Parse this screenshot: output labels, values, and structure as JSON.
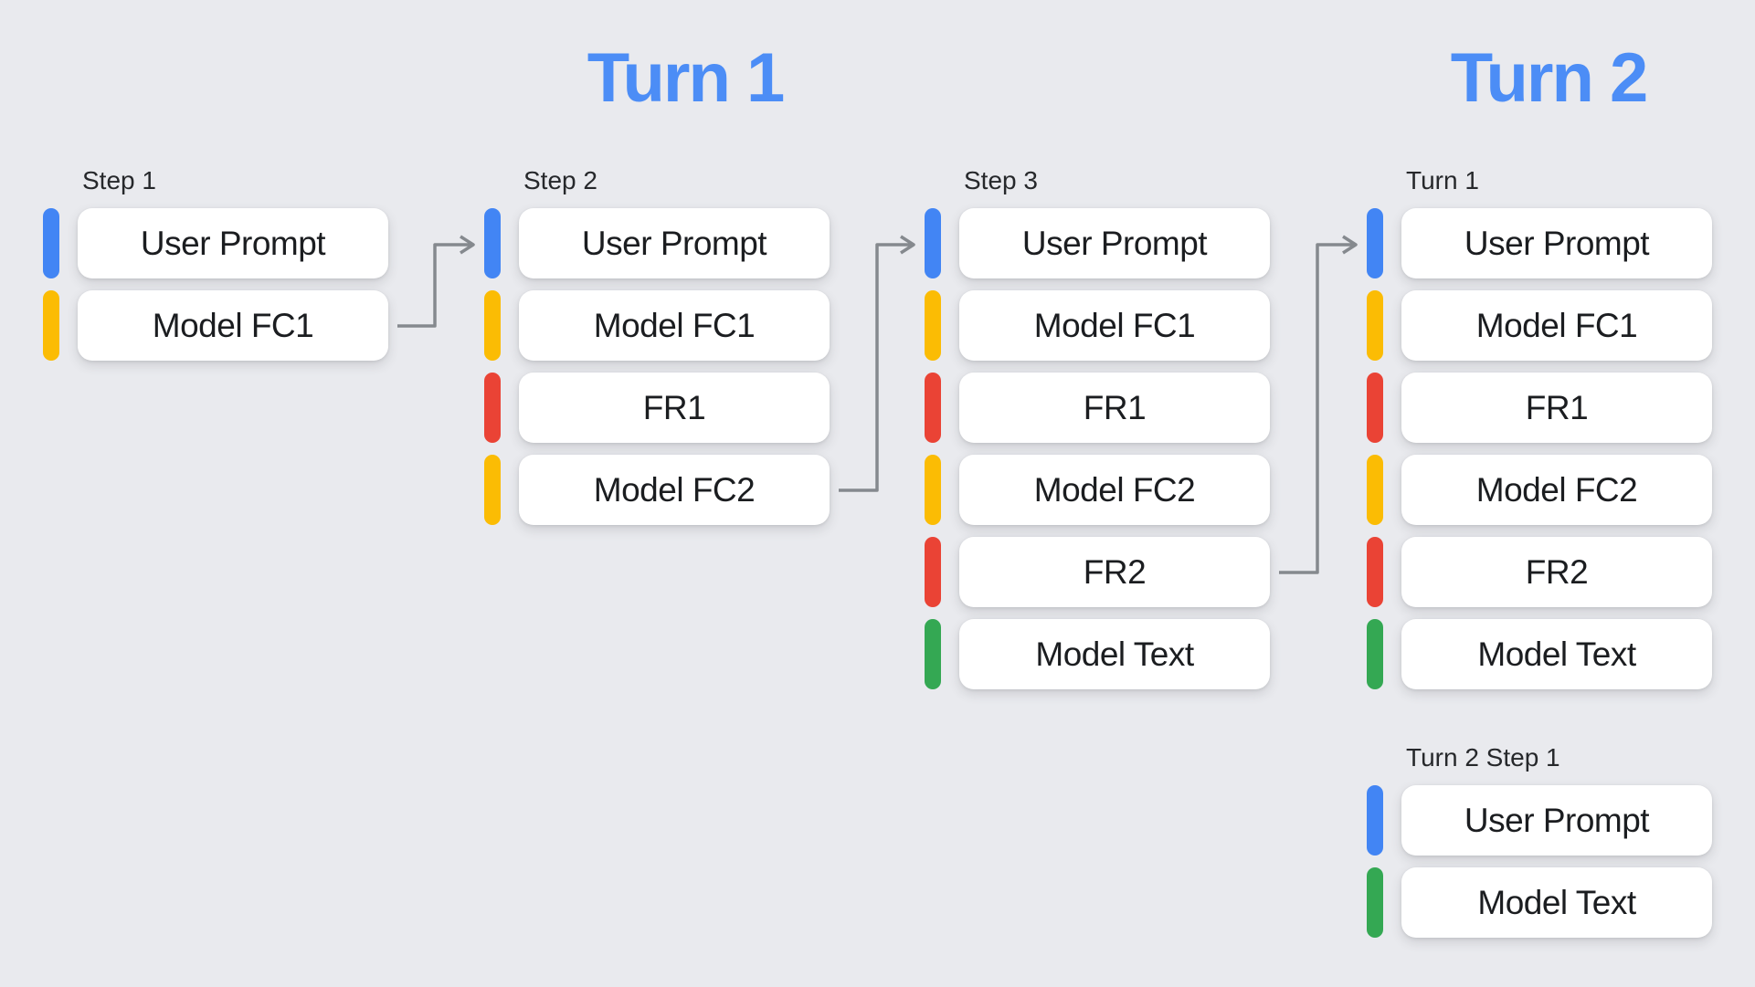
{
  "colors": {
    "background": "#E9EAEE",
    "title": "#4C8DF6",
    "blue": "#4285F4",
    "yellow": "#FBBC04",
    "red": "#EA4335",
    "green": "#34A853",
    "arrow": "#85898E"
  },
  "titles": {
    "turn1": "Turn 1",
    "turn2": "Turn 2"
  },
  "columns": [
    {
      "label": "Step 1",
      "items": [
        {
          "label": "User Prompt",
          "color": "blue"
        },
        {
          "label": "Model FC1",
          "color": "yellow"
        }
      ]
    },
    {
      "label": "Step 2",
      "items": [
        {
          "label": "User Prompt",
          "color": "blue"
        },
        {
          "label": "Model FC1",
          "color": "yellow"
        },
        {
          "label": "FR1",
          "color": "red"
        },
        {
          "label": "Model FC2",
          "color": "yellow"
        }
      ]
    },
    {
      "label": "Step 3",
      "items": [
        {
          "label": "User Prompt",
          "color": "blue"
        },
        {
          "label": "Model FC1",
          "color": "yellow"
        },
        {
          "label": "FR1",
          "color": "red"
        },
        {
          "label": "Model FC2",
          "color": "yellow"
        },
        {
          "label": "FR2",
          "color": "red"
        },
        {
          "label": "Model Text",
          "color": "green"
        }
      ]
    },
    {
      "label": "Turn 1",
      "items": [
        {
          "label": "User Prompt",
          "color": "blue"
        },
        {
          "label": "Model FC1",
          "color": "yellow"
        },
        {
          "label": "FR1",
          "color": "red"
        },
        {
          "label": "Model FC2",
          "color": "yellow"
        },
        {
          "label": "FR2",
          "color": "red"
        },
        {
          "label": "Model Text",
          "color": "green"
        }
      ]
    },
    {
      "label": "Turn 2 Step 1",
      "items": [
        {
          "label": "User Prompt",
          "color": "blue"
        },
        {
          "label": "Model Text",
          "color": "green"
        }
      ]
    }
  ],
  "arrows": [
    {
      "from": "Step 1 / Model FC1",
      "to": "Step 2 / User Prompt"
    },
    {
      "from": "Step 2 / Model FC2",
      "to": "Step 3 / User Prompt"
    },
    {
      "from": "Step 3 / FR2",
      "to": "Turn 1 / User Prompt"
    }
  ]
}
